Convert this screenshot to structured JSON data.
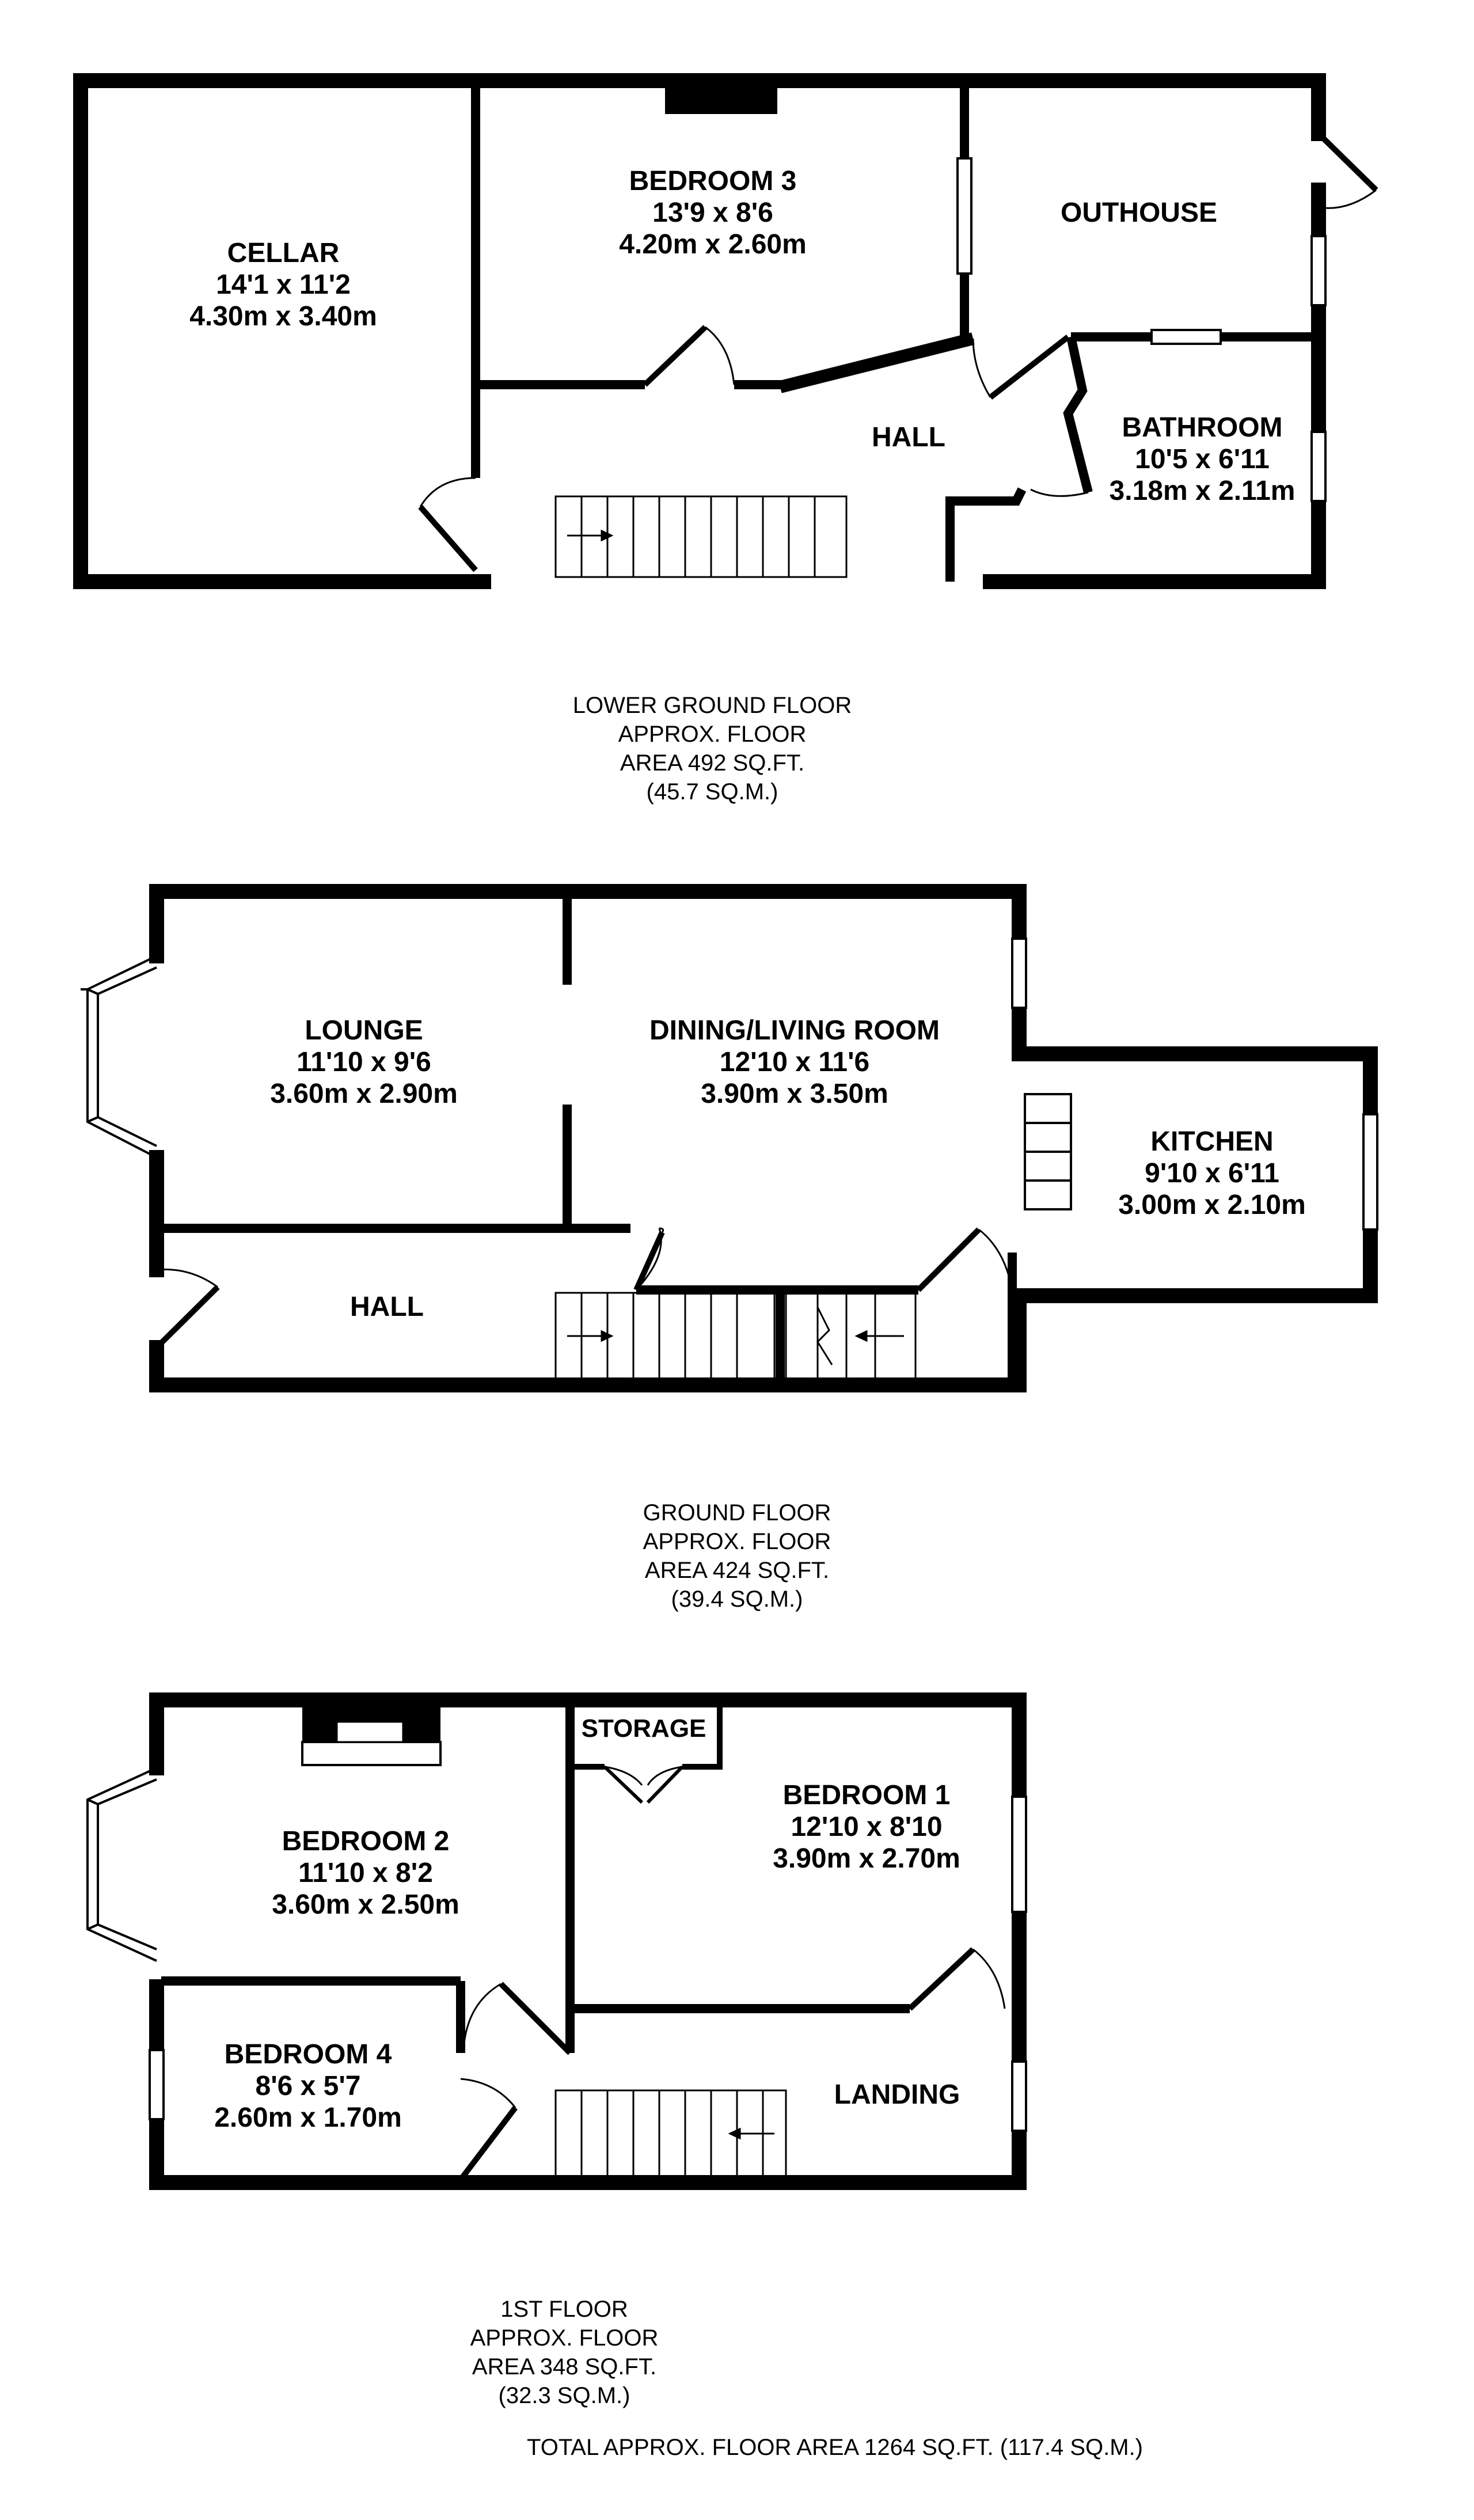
{
  "colors": {
    "wall": "#000000",
    "background": "#ffffff",
    "window": "#ffffff",
    "fireplace": "#000000"
  },
  "floors": {
    "lower_ground": {
      "rooms": {
        "cellar": {
          "name": "CELLAR",
          "imperial": "14'1 x 11'2",
          "metric": "4.30m x 3.40m"
        },
        "bedroom3": {
          "name": "BEDROOM 3",
          "imperial": "13'9 x 8'6",
          "metric": "4.20m x 2.60m"
        },
        "outhouse": {
          "name": "OUTHOUSE"
        },
        "hall": {
          "name": "HALL"
        },
        "bathroom": {
          "name": "BATHROOM",
          "imperial": "10'5 x 6'11",
          "metric": "3.18m x 2.11m"
        }
      },
      "caption": {
        "line1": "LOWER GROUND FLOOR",
        "line2": "APPROX. FLOOR",
        "line3": "AREA 492 SQ.FT.",
        "line4": "(45.7 SQ.M.)"
      }
    },
    "ground": {
      "rooms": {
        "lounge": {
          "name": "LOUNGE",
          "imperial": "11'10 x 9'6",
          "metric": "3.60m x 2.90m"
        },
        "dining": {
          "name": "DINING/LIVING ROOM",
          "imperial": "12'10 x 11'6",
          "metric": "3.90m x 3.50m"
        },
        "kitchen": {
          "name": "KITCHEN",
          "imperial": "9'10 x 6'11",
          "metric": "3.00m x 2.10m"
        },
        "hall": {
          "name": "HALL"
        }
      },
      "caption": {
        "line1": "GROUND FLOOR",
        "line2": "APPROX. FLOOR",
        "line3": "AREA 424 SQ.FT.",
        "line4": "(39.4 SQ.M.)"
      }
    },
    "first": {
      "rooms": {
        "storage": {
          "name": "STORAGE"
        },
        "bedroom1": {
          "name": "BEDROOM 1",
          "imperial": "12'10 x 8'10",
          "metric": "3.90m x 2.70m"
        },
        "bedroom2": {
          "name": "BEDROOM 2",
          "imperial": "11'10 x 8'2",
          "metric": "3.60m x 2.50m"
        },
        "bedroom4": {
          "name": "BEDROOM 4",
          "imperial": "8'6 x 5'7",
          "metric": "2.60m x 1.70m"
        },
        "landing": {
          "name": "LANDING"
        }
      },
      "caption": {
        "line1": "1ST FLOOR",
        "line2": "APPROX. FLOOR",
        "line3": "AREA 348 SQ.FT.",
        "line4": "(32.3 SQ.M.)"
      }
    }
  },
  "total": "TOTAL APPROX. FLOOR AREA 1264 SQ.FT. (117.4 SQ.M.)"
}
